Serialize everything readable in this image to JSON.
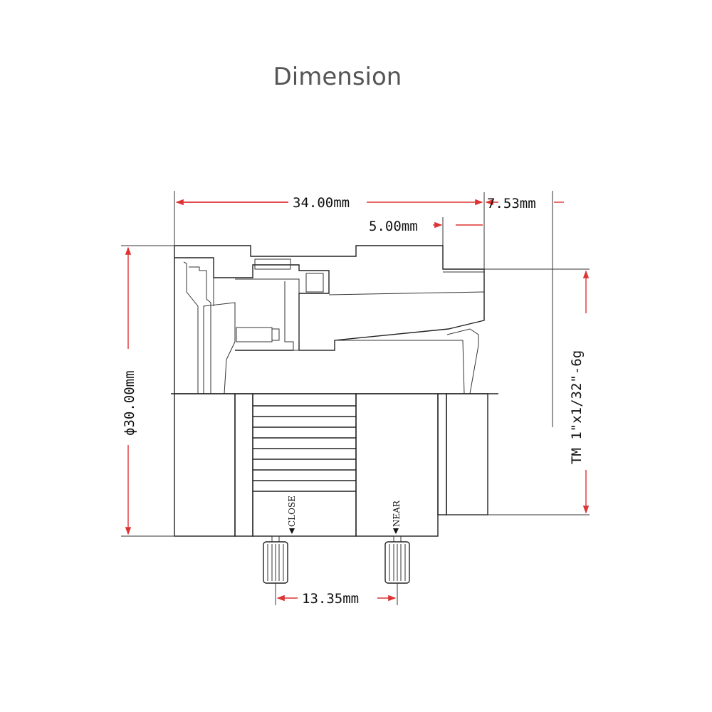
{
  "title": "Dimension",
  "dimensions": {
    "overall_length": "34.00mm",
    "thread_length": "7.53mm",
    "step_length": "5.00mm",
    "diameter": "ϕ30.00mm",
    "thread_spec": "TM 1\"x1/32\"-6g",
    "screw_spacing": "13.35mm"
  },
  "ring_labels": {
    "close": "CLOSE",
    "near": "NEAR"
  },
  "colors": {
    "dimension_line": "#d33333",
    "section_fill": "#e6b8b0",
    "outline": "#222222"
  }
}
